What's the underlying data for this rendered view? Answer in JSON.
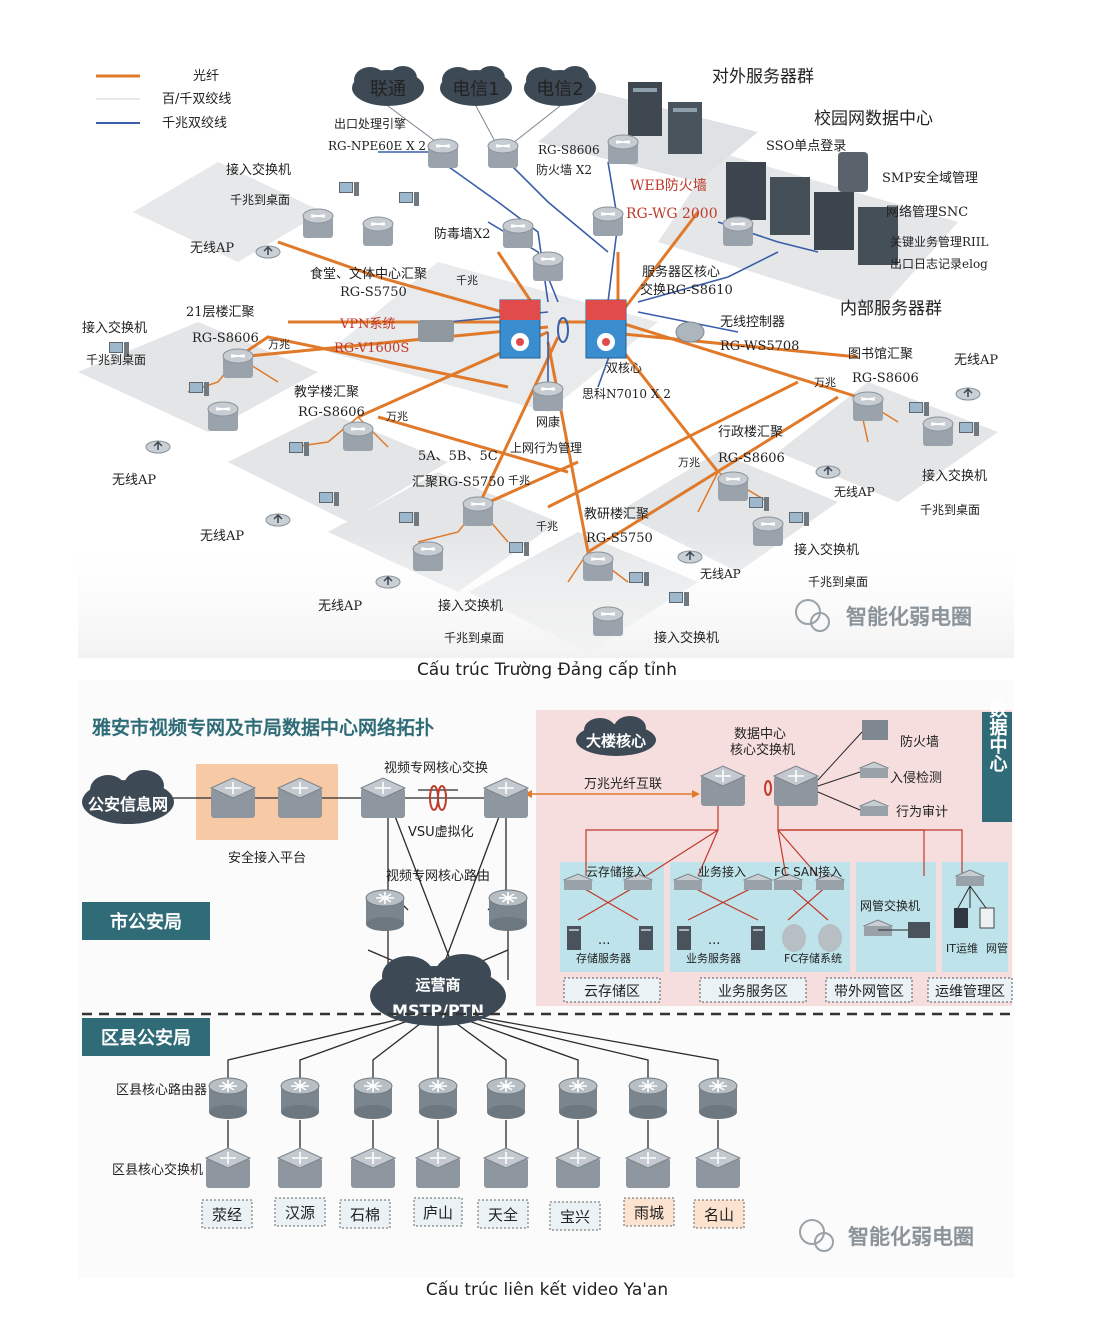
{
  "diagram1": {
    "caption": "Cấu trúc Trường Đảng cấp tỉnh",
    "legend": {
      "fiber": "光纤",
      "cat_100_1000": "百/千双绞线",
      "cat_1000": "千兆双绞线"
    },
    "clouds": {
      "unicom": "联通",
      "telecom1": "电信1",
      "telecom2": "电信2"
    },
    "labels": {
      "outsvc": "对外服务器群",
      "dc": "校园网数据中心",
      "sso": "SSO单点登录",
      "smp": "SMP安全域管理",
      "snc": "网络管理SNC",
      "riil": "关键业务管理RIIL",
      "elog": "出口日志记录elog",
      "internal": "内部服务器群",
      "egress1": "出口处理引擎",
      "egress2": "RG-NPE60E X 2",
      "s8606fw1": "RG-S8606",
      "s8606fw2": "防火墙 X2",
      "webfw1": "WEB防火墙",
      "webfw2": "RG-WG 2000",
      "access_sw": "接入交换机",
      "gig_desk": "千兆到桌面",
      "wireless_ap": "无线AP",
      "antivirus": "防毒墙X2",
      "canteen1": "食堂、文体中心汇聚",
      "canteen2": "RG-S5750",
      "gig": "千兆",
      "tengig": "万兆",
      "srvcore1": "服务器区核心",
      "srvcore2": "交换RG-S8610",
      "b21_1": "21层楼汇聚",
      "b21_2": "RG-S8606",
      "vpn1": "VPN系统",
      "vpn2": "RG-V1600S",
      "wlc1": "无线控制器",
      "wlc2": "RG-WS5708",
      "dualcore1": "双核心",
      "dualcore2": "思科N7010 X 2",
      "guard1": "网康",
      "guard2": "上网行为管理",
      "teach1": "教学楼汇聚",
      "teach2": "RG-S8606",
      "lib1": "图书馆汇聚",
      "lib2": "RG-S8606",
      "admin1": "行政楼汇聚",
      "admin2": "RG-S8606",
      "b5abc1": "5A、5B、5C",
      "b5abc2": "汇聚RG-S5750",
      "research1": "教研楼汇聚",
      "research2": "RG-S5750"
    },
    "watermark": "智能化弱电圈"
  },
  "diagram2": {
    "caption": "Cấu trúc liên kết video Ya'an",
    "title": "雅安市视频专网及市局数据中心网络拓扑",
    "police_net": "公安信息网",
    "secure_access": "安全接入平台",
    "core_switch": "视频专网核心交换",
    "vsu": "VSU虚拟化",
    "core_router": "视频专网核心路由",
    "city_bureau": "市公安局",
    "carrier1": "运营商",
    "carrier2": "MSTP/PTN",
    "county_bureau": "区县公安局",
    "county_router": "区县核心路由器",
    "county_switch": "区县核心交换机",
    "building_core": "大楼核心",
    "tengig_link": "万兆光纤互联",
    "dc_core1": "数据中心",
    "dc_core2": "核心交换机",
    "firewall": "防火墙",
    "ids": "入侵检测",
    "audit": "行为审计",
    "dc_side": "数据中心",
    "cloud_access": "云存储接入",
    "biz_access": "业务接入",
    "fcsan_access": "FC SAN接入",
    "nms_switch": "网管交换机",
    "storage_srv": "存储服务器",
    "biz_srv": "业务服务器",
    "fc_storage": "FC存储系统",
    "it_ops": "IT运维",
    "nms": "网管",
    "ellipsis": "...",
    "zones": [
      "云存储区",
      "业务服务区",
      "带外网管区",
      "运维管理区"
    ],
    "counties": [
      "荥经",
      "汉源",
      "石棉",
      "庐山",
      "天全",
      "宝兴",
      "雨城",
      "名山"
    ],
    "county_colors": [
      "#eaf2f6",
      "#eaf2f6",
      "#eaf2f6",
      "#eaf2f6",
      "#eaf2f6",
      "#eaf2f6",
      "#fbe3cf",
      "#fbe3cf"
    ],
    "watermark": "智能化弱电圈"
  },
  "colors": {
    "fiber": "#e07a2a",
    "cat6": "#3a5ea8",
    "teal": "#2f6c78",
    "dc_bg": "#f6dede",
    "zone_bg": "#bfe3ea",
    "secure_bg": "#f7c9a4"
  }
}
